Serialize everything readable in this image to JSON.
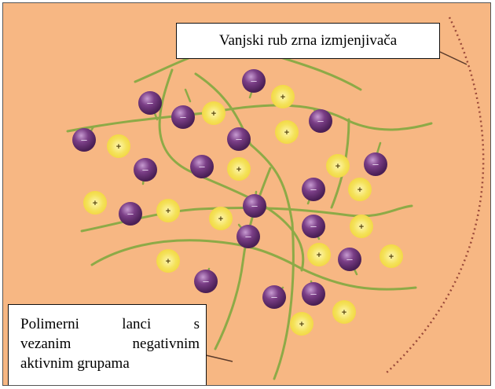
{
  "colors": {
    "background": "#F7B783",
    "chain": "#8DAA47",
    "negative_bead": "#7A3E86",
    "positive_bead": "#F4E25A",
    "boundary": "#9B4A3A"
  },
  "labels": {
    "outer_edge": "Vanjski rub zrna izmjenjivača",
    "polymer": {
      "line1": [
        "Polimerni",
        "lanci",
        "s"
      ],
      "line2": [
        "vezanim",
        "negativnim"
      ],
      "line3": "aktivnim grupama"
    }
  },
  "beads": {
    "negative_sign": "–",
    "positive_sign": "+"
  }
}
